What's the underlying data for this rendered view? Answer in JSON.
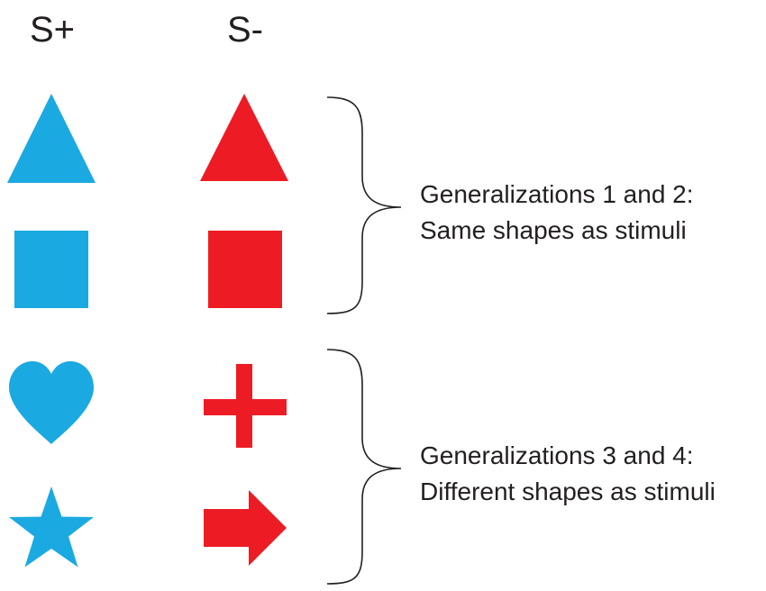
{
  "columns": [
    {
      "label": "S+",
      "color": "#1ba9e1"
    },
    {
      "label": "S-",
      "color": "#ed1c24"
    }
  ],
  "rows": [
    {
      "splus": "triangle-icon",
      "sminus": "triangle-icon"
    },
    {
      "splus": "square-icon",
      "sminus": "square-icon"
    },
    {
      "splus": "heart-icon",
      "sminus": "cross-icon"
    },
    {
      "splus": "star-icon",
      "sminus": "arrow-right-icon"
    }
  ],
  "groups": [
    {
      "line1": "Generalizations 1 and 2:",
      "line2": "Same shapes as stimuli"
    },
    {
      "line1": "Generalizations 3 and 4:",
      "line2": "Different shapes as stimuli"
    }
  ],
  "brace_color": "#231f20"
}
